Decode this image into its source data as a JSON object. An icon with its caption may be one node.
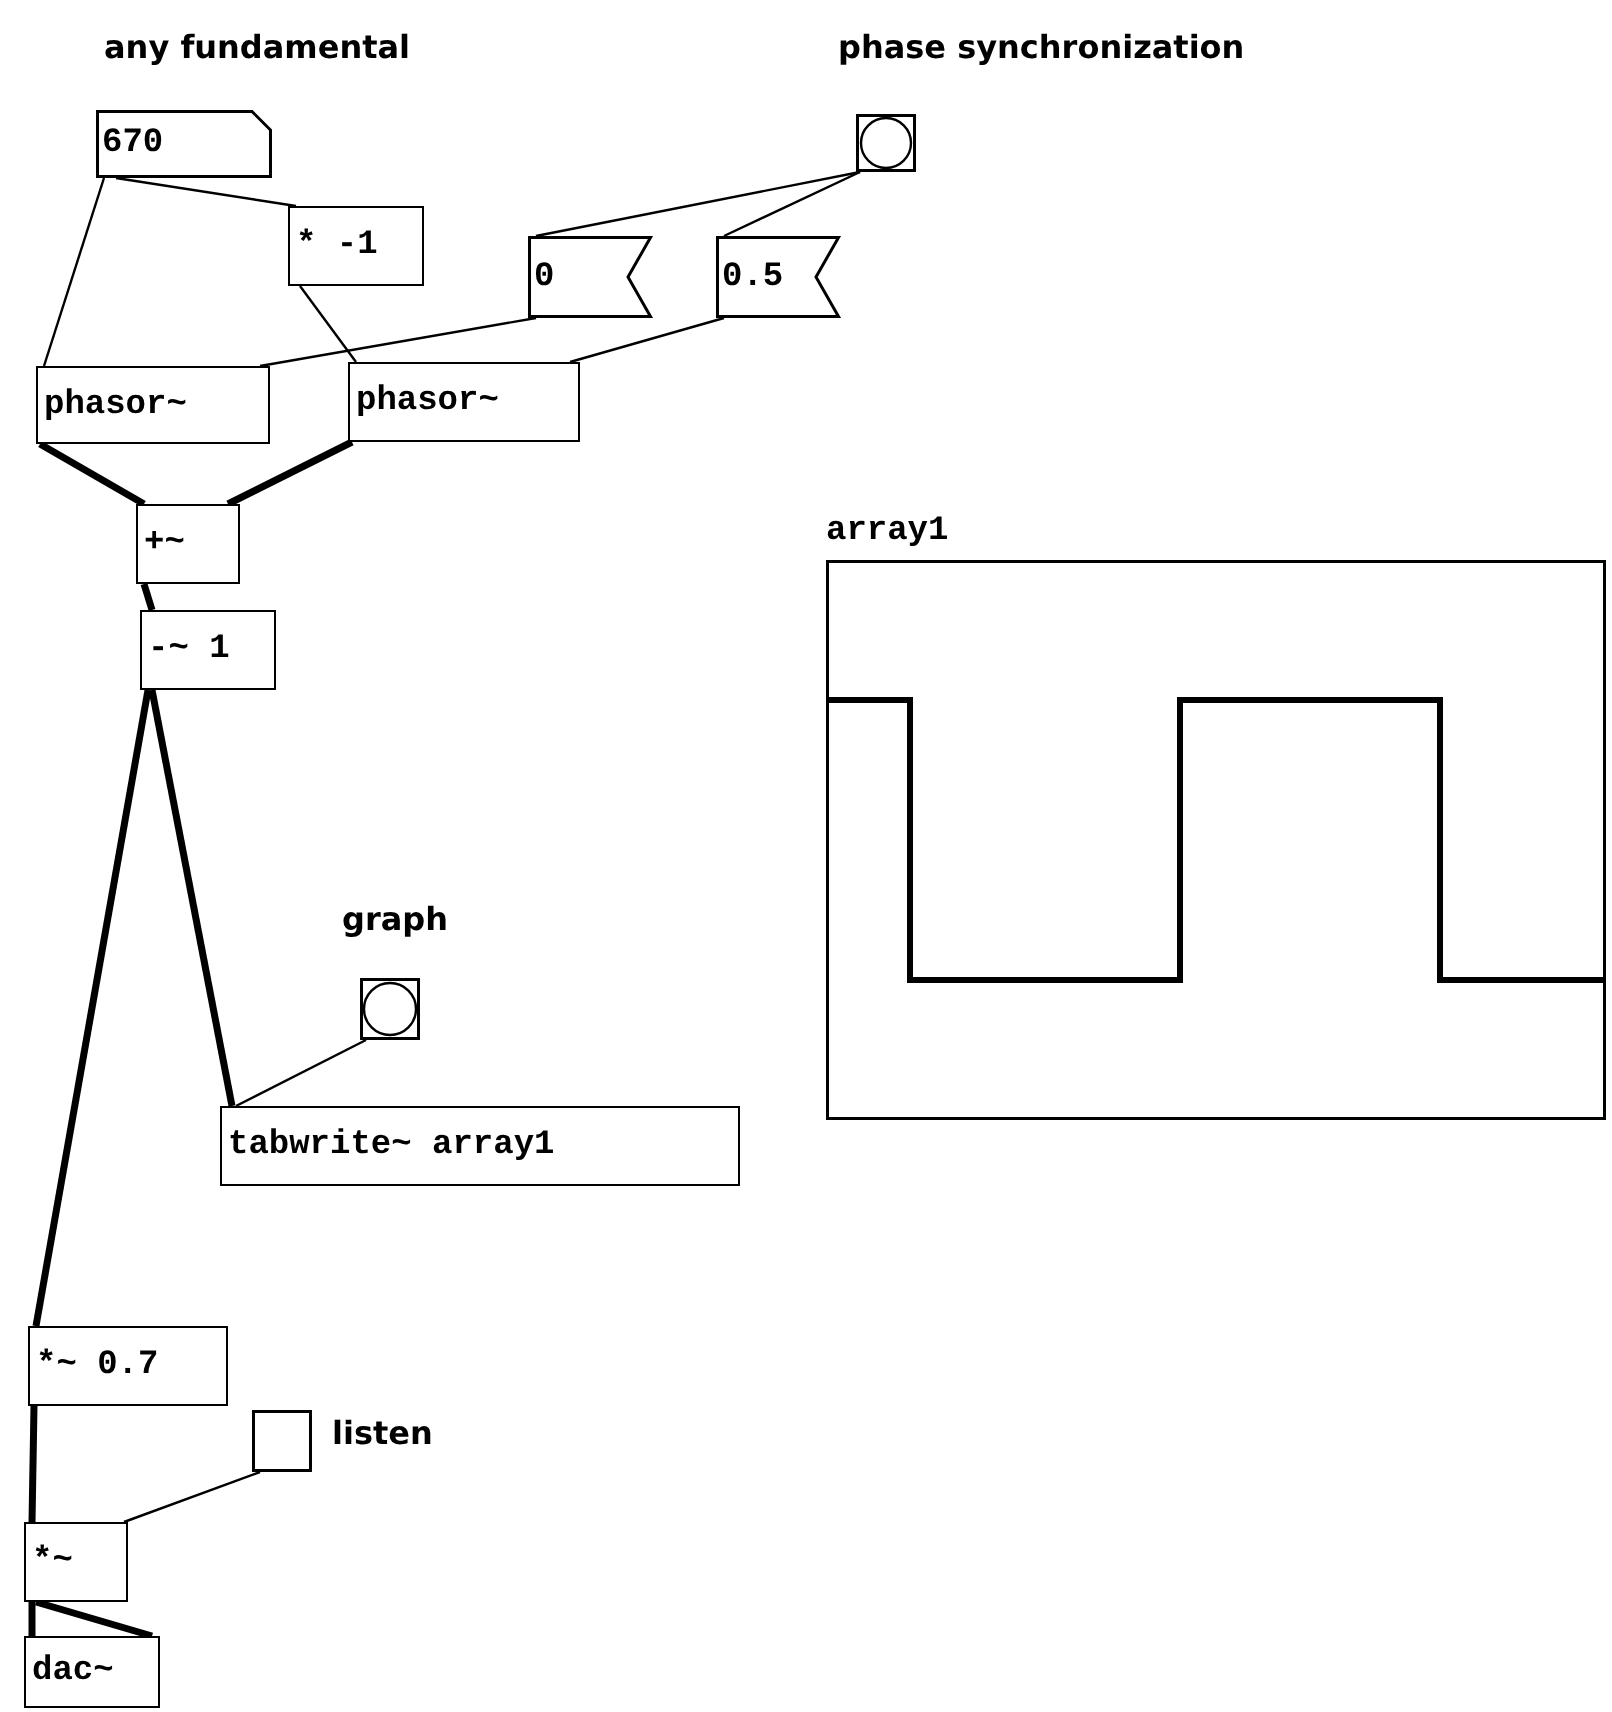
{
  "diagram": {
    "nodes": [
      {
        "text": [
          "670"
        ],
        "beside": [
          "any fundamental"
        ]
      },
      {
        "text": [],
        "shape": "circle",
        "beside": [
          "phase synchronization"
        ]
      },
      {
        "text": [
          "* -1"
        ]
      },
      {
        "text": [
          "0"
        ]
      },
      {
        "text": [
          "0.5"
        ]
      },
      {
        "text": [
          "phasor~"
        ]
      },
      {
        "text": [
          "phasor~"
        ]
      },
      {
        "text": [
          "+~"
        ]
      },
      {
        "text": [
          "-~ 1"
        ]
      },
      {
        "text": [],
        "shape": "circle",
        "beside": [
          "graph"
        ]
      },
      {
        "text": [
          "tabwrite~ array1"
        ]
      },
      {
        "text": [
          "*~ 0.7"
        ]
      },
      {
        "text": [],
        "shape": "box",
        "beside": [
          "listen"
        ]
      },
      {
        "text": [
          "*~"
        ]
      },
      {
        "text": [
          "dac~"
        ]
      },
      {
        "text": [
          "array1"
        ]
      }
    ],
    "edges": [
      {
        "from": 0,
        "to": 5,
        "arrow": "none"
      },
      {
        "from": 0,
        "to": 2,
        "arrow": "none"
      },
      {
        "from": 2,
        "to": 6,
        "arrow": "none"
      },
      {
        "from": 1,
        "to": 3,
        "arrow": "none"
      },
      {
        "from": 1,
        "to": 4,
        "arrow": "none"
      },
      {
        "from": 3,
        "to": 5,
        "arrow": "none"
      },
      {
        "from": 4,
        "to": 6,
        "arrow": "none"
      },
      {
        "from": 5,
        "to": 7,
        "arrow": "none",
        "style": "thick"
      },
      {
        "from": 6,
        "to": 7,
        "arrow": "none",
        "style": "thick"
      },
      {
        "from": 7,
        "to": 8,
        "arrow": "none",
        "style": "thick"
      },
      {
        "from": 8,
        "to": 11,
        "arrow": "none",
        "style": "thick"
      },
      {
        "from": 8,
        "to": 10,
        "arrow": "none",
        "style": "thick"
      },
      {
        "from": 9,
        "to": 10,
        "arrow": "none"
      },
      {
        "from": 11,
        "to": 13,
        "arrow": "none",
        "style": "thick"
      },
      {
        "from": 12,
        "to": 13,
        "arrow": "none"
      },
      {
        "from": 13,
        "to": 14,
        "arrow": "none",
        "style": "thick"
      },
      {
        "from": 13,
        "to": 14,
        "arrow": "none",
        "style": "thick"
      }
    ]
  }
}
